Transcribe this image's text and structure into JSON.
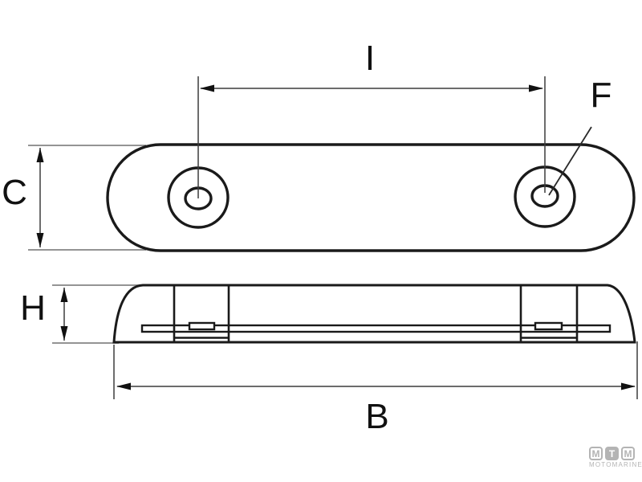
{
  "dimensions": {
    "center_distance": "I",
    "hole": "F",
    "width": "C",
    "height": "H",
    "length": "B"
  },
  "logo": {
    "letters": [
      "M",
      "T",
      "M"
    ],
    "wordmark": "MOTOMARINE"
  },
  "colors": {
    "outline": "#1a1a1a",
    "dimension_line": "#3c3c3c",
    "extension_line": "#858585",
    "arrowhead": "#111111",
    "logo_gray": "#b4b4b4",
    "background": "#ffffff"
  }
}
